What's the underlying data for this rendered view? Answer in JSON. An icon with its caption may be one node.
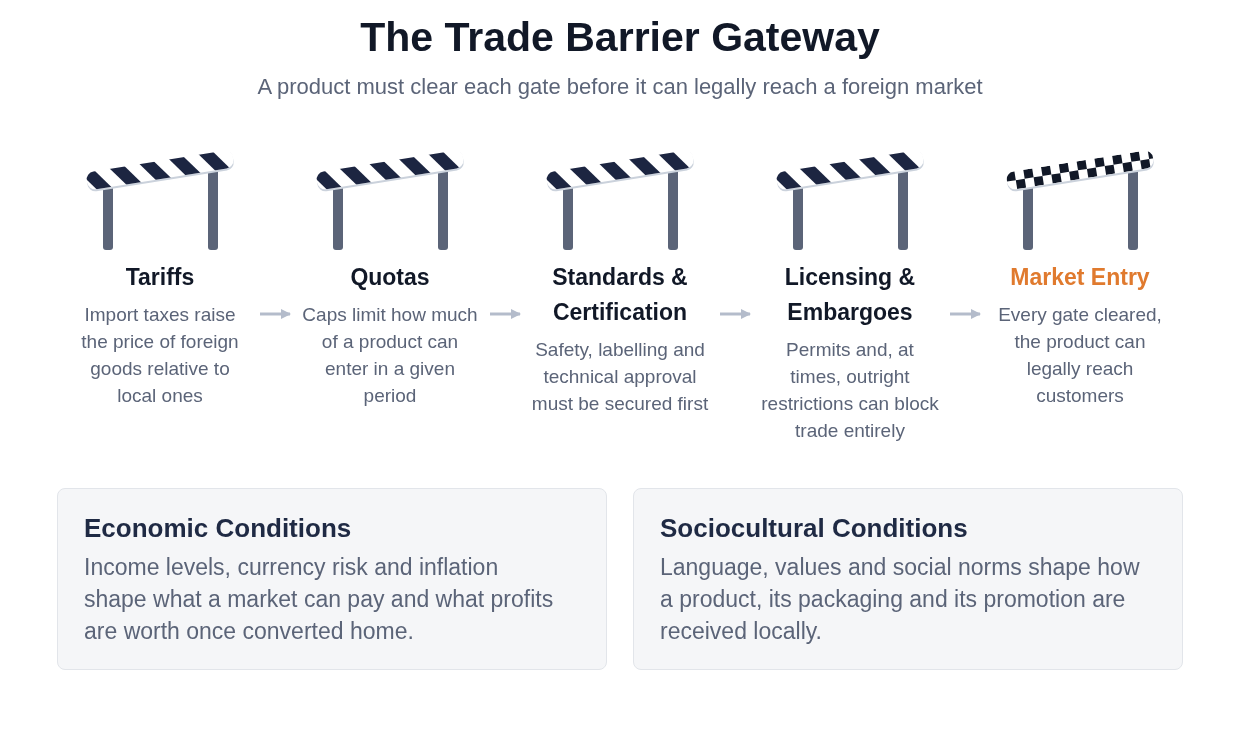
{
  "diagram": {
    "title": "The Trade Barrier Gateway",
    "nodes": [
      {
        "text": [
          "Tariffs",
          "Import taxes raise the price of foreign goods relative to local ones"
        ]
      },
      {
        "text": [
          "Quotas",
          "Caps limit how much of a product can enter in a given period"
        ]
      },
      {
        "text": [
          "Standards & Certification",
          "Safety, labelling and technical approval must be secured first"
        ]
      },
      {
        "text": [
          "Licensing & Embargoes",
          "Permits and, at times, outright restrictions can block trade entirely"
        ]
      },
      {
        "text": [
          "Market Entry",
          "Every gate cleared, the product can legally reach customers"
        ]
      },
      {
        "text": [
          "Economic Conditions",
          "Income levels, currency risk and inflation shape what a market can pay and what profits are worth once converted home."
        ]
      },
      {
        "text": [
          "Sociocultural Conditions",
          "Language, values and social norms shape how a product, its packaging and its promotion are received locally."
        ]
      }
    ],
    "edges": [
      {
        "from": 0,
        "to": 1,
        "arrow": "to"
      },
      {
        "from": 1,
        "to": 2,
        "arrow": "to"
      },
      {
        "from": 2,
        "to": 3,
        "arrow": "to"
      },
      {
        "from": 3,
        "to": 4,
        "arrow": "to"
      }
    ],
    "labels": [
      "A product must clear each gate before it can legally reach a foreign market"
    ]
  }
}
